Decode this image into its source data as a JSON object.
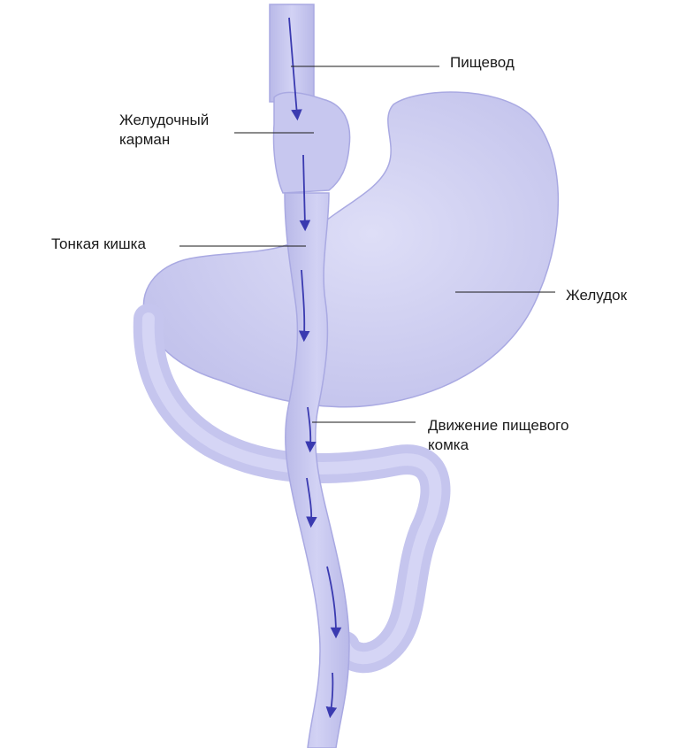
{
  "labels": {
    "esophagus": "Пищевод",
    "gastric_pouch": [
      "Желудочный",
      "карман"
    ],
    "small_intestine": "Тонкая кишка",
    "stomach": "Желудок",
    "bolus_movement": [
      "Движение пищевого",
      "комка"
    ]
  },
  "colors": {
    "organ_fill": "#c7c7ef",
    "organ_fill_light": "#dcdcf6",
    "organ_outline": "#a9a9e2",
    "arrow": "#3a3ab0",
    "leader_line": "#1a1a1a"
  },
  "icons": {
    "flow_arrow": "down-arrow"
  }
}
